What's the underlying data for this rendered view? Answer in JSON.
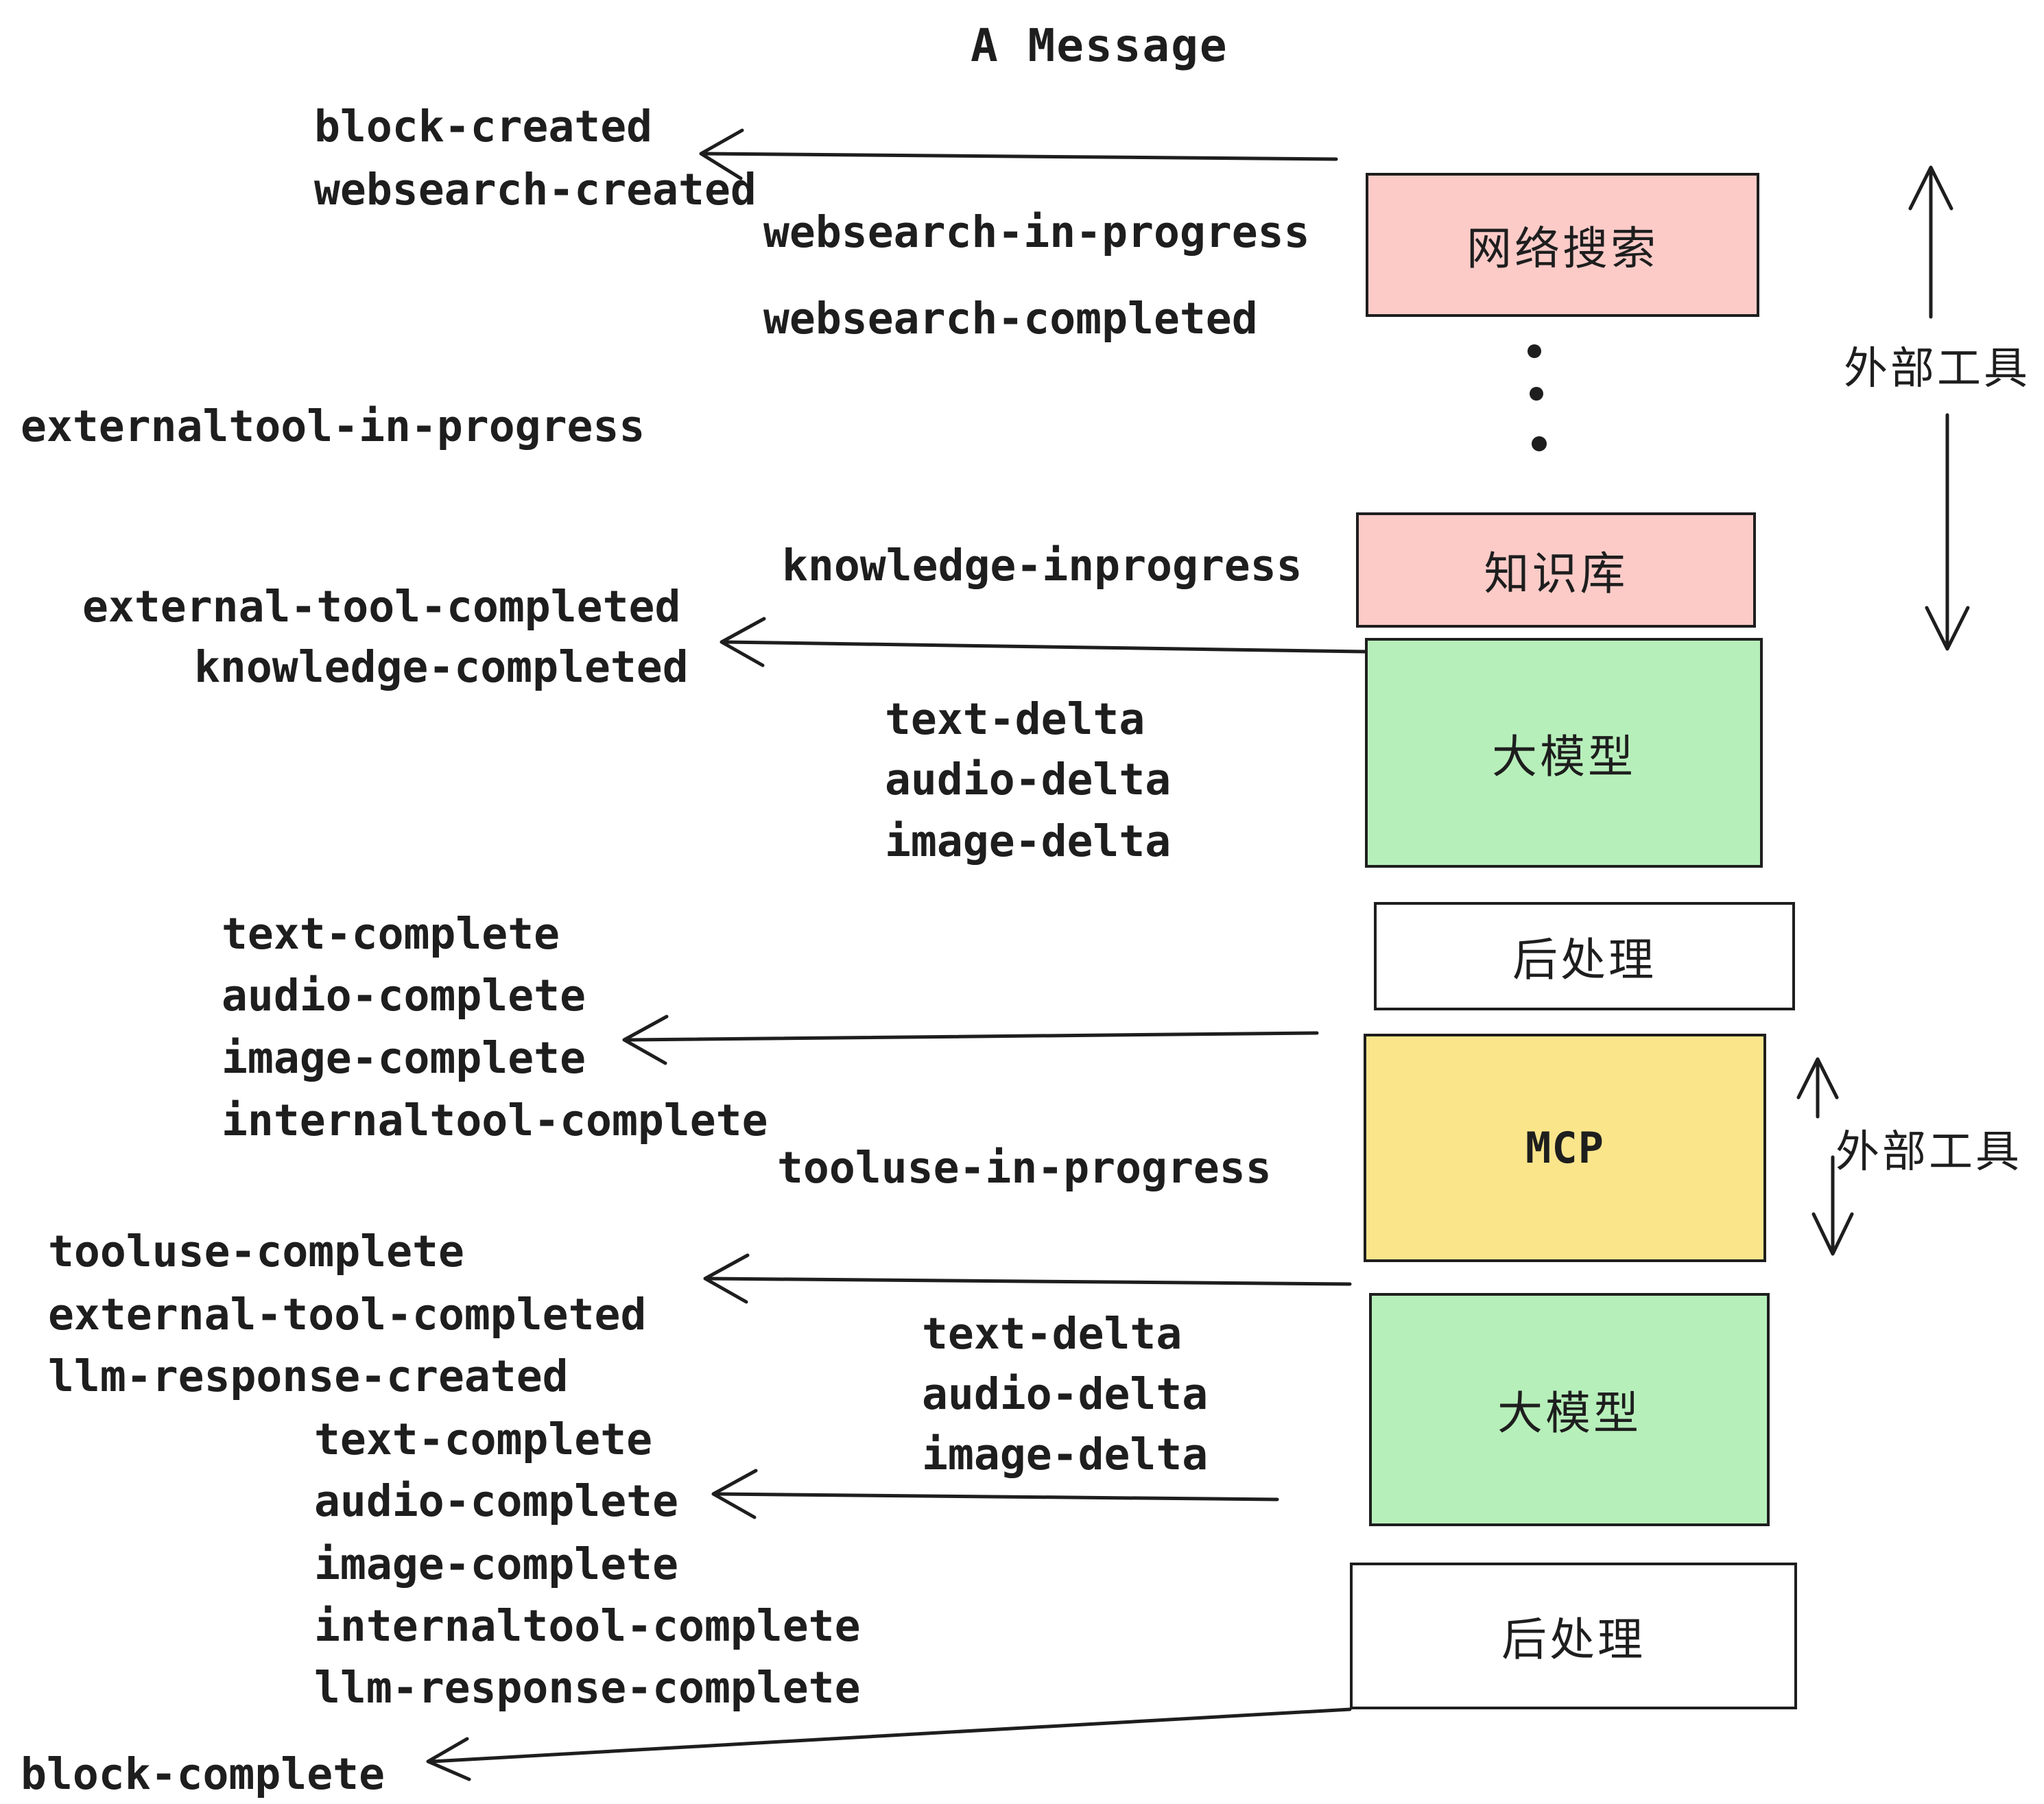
{
  "title": "A Message",
  "colors": {
    "pink": "#fccbc8",
    "green": "#b7efba",
    "yellow": "#fae58b",
    "white": "#ffffff",
    "ink": "#1e1e1e",
    "background": "#ffffff"
  },
  "boxes": [
    {
      "label": "网络搜索",
      "fill": "pink"
    },
    {
      "label": "知识库",
      "fill": "pink"
    },
    {
      "label": "大模型",
      "fill": "green"
    },
    {
      "label": "后处理",
      "fill": "white"
    },
    {
      "label": "MCP",
      "fill": "yellow"
    },
    {
      "label": "大模型",
      "fill": "green"
    },
    {
      "label": "后处理",
      "fill": "white"
    }
  ],
  "side_labels": [
    "外部工具",
    "外部工具"
  ],
  "events": [
    "block-created",
    "websearch-created",
    "websearch-in-progress",
    "websearch-completed",
    "externaltool-in-progress",
    "knowledge-inprogress",
    "external-tool-completed",
    "knowledge-completed",
    "text-delta",
    "audio-delta",
    "image-delta",
    "text-complete",
    "audio-complete",
    "image-complete",
    "internaltool-complete",
    "tooluse-in-progress",
    "tooluse-complete",
    "external-tool-completed",
    "llm-response-created",
    "text-complete",
    "audio-complete",
    "text-delta",
    "audio-delta",
    "image-delta",
    "image-complete",
    "internaltool-complete",
    "llm-response-complete",
    "block-complete"
  ]
}
